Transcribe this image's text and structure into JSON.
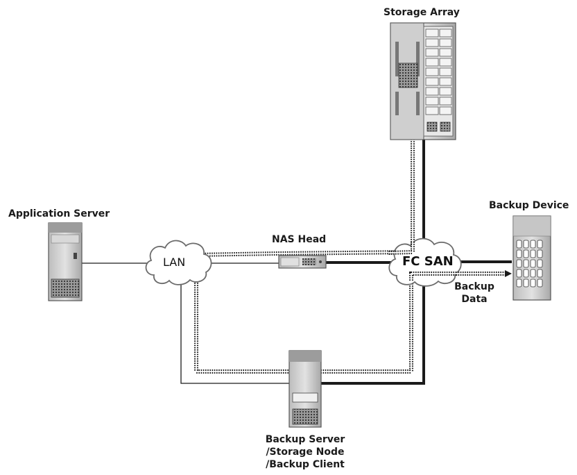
{
  "labels": {
    "storage_array": "Storage Array",
    "application_server": "Application Server",
    "backup_device": "Backup Device",
    "nas_head": "NAS Head",
    "lan": "LAN",
    "fc_san": "FC SAN",
    "backup_data_line1": "Backup",
    "backup_data_line2": "Data",
    "backup_server_line1": "Backup Server",
    "backup_server_line2": "/Storage Node",
    "backup_server_line3": "/Backup Client"
  },
  "colors": {
    "line": "#1a1a1a",
    "device_fill": "#d6d6d6",
    "device_dark": "#9a9a9a",
    "cloud_fill": "#ffffff"
  },
  "icons": [
    "server-icon",
    "storage-array-icon",
    "nas-head-icon",
    "tape-library-icon",
    "cloud-icon"
  ]
}
